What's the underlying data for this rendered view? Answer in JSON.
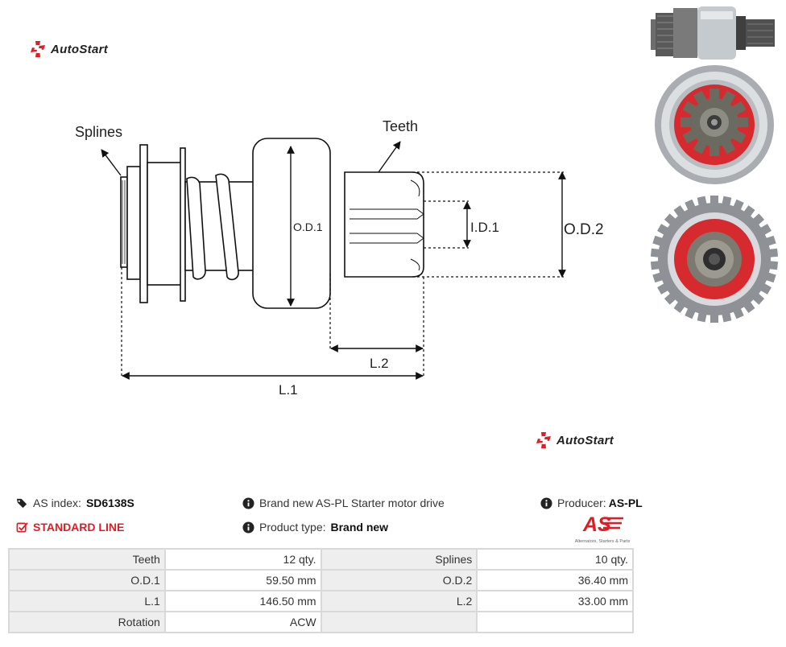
{
  "brand": {
    "name": "AutoStart",
    "accent": "#e31b23"
  },
  "diagram": {
    "labels": {
      "splines": "Splines",
      "teeth": "Teeth",
      "od1": "O.D.1",
      "id1": "I.D.1",
      "od2": "O.D.2",
      "l2": "L.2",
      "l1": "L.1"
    }
  },
  "thumbnails": [
    "drive-side-view",
    "drive-front-view",
    "drive-back-view"
  ],
  "info": {
    "as_index_label": "AS index:",
    "as_index_value": "SD6138S",
    "line": "STANDARD LINE",
    "description": "Brand new AS-PL Starter motor drive",
    "product_type_label": "Product type:",
    "product_type_value": "Brand new",
    "producer_label": "Producer:",
    "producer_value": "AS-PL"
  },
  "as_logo": {
    "text": "AS",
    "tagline": "Alternators, Starters & Parts"
  },
  "specs": [
    {
      "label1": "Teeth",
      "value1": "12 qty.",
      "label2": "Splines",
      "value2": "10 qty."
    },
    {
      "label1": "O.D.1",
      "value1": "59.50 mm",
      "label2": "O.D.2",
      "value2": "36.40 mm"
    },
    {
      "label1": "L.1",
      "value1": "146.50 mm",
      "label2": "L.2",
      "value2": "33.00 mm"
    },
    {
      "label1": "Rotation",
      "value1": "ACW",
      "label2": "",
      "value2": ""
    }
  ]
}
